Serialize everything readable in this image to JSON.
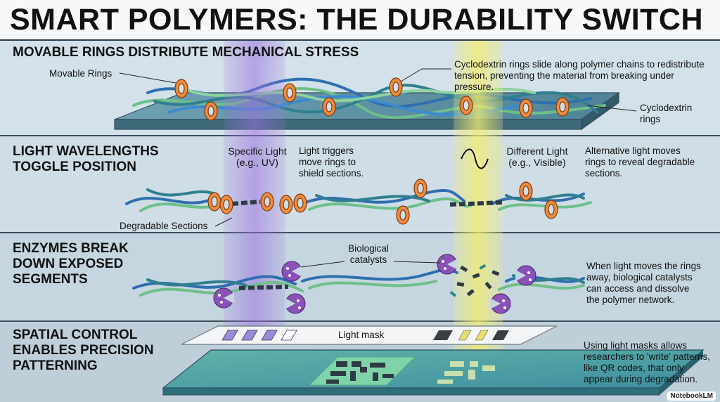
{
  "title": "SMART POLYMERS: THE DURABILITY SWITCH",
  "sections": [
    {
      "heading": "MOVABLE RINGS DISTRIBUTE MECHANICAL STRESS",
      "labels": {
        "movable_rings": "Movable Rings",
        "description": "Cyclodextrin rings slide along polymer chains to redistribute\ntension, preventing the material from breaking under pressure.",
        "cyclodextrin": "Cyclodextrin\nrings"
      }
    },
    {
      "heading": "LIGHT WAVELENGTHS\nTOGGLE POSITION",
      "labels": {
        "specific_light": "Specific Light\n(e.g., UV)",
        "light_triggers": "Light triggers\nmove rings to\nshield sections.",
        "different_light": "Different Light\n(e.g., Visible)",
        "alternative": "Alternative light moves\nrings to reveal degradable\nsections.",
        "degradable": "Degradable Sections"
      }
    },
    {
      "heading": "ENZYMES BREAK\nDOWN EXPOSED\nSEGMENTS",
      "labels": {
        "biological": "Biological\ncatalysts",
        "description": "When light moves the rings\naway, biological catalysts\ncan access and dissolve\nthe polymer network."
      }
    },
    {
      "heading": "SPATIAL CONTROL\nENABLES PRECISION\nPATTERNING",
      "labels": {
        "light_mask": "Light mask",
        "description": "Using light masks allows\nresearchers to 'write' patterns,\nlike QR codes, that only\nappear during degradation."
      }
    }
  ],
  "brand": "NotebookLM",
  "colors": {
    "uv_beam": "#9b6fe0",
    "visible_beam": "#f2ec7a",
    "ring": "#f08a3c",
    "strand_blue": "#2f6fb0",
    "strand_green": "#6fbf8a",
    "enzyme": "#8a52b8",
    "slab": "#5f93a6"
  }
}
